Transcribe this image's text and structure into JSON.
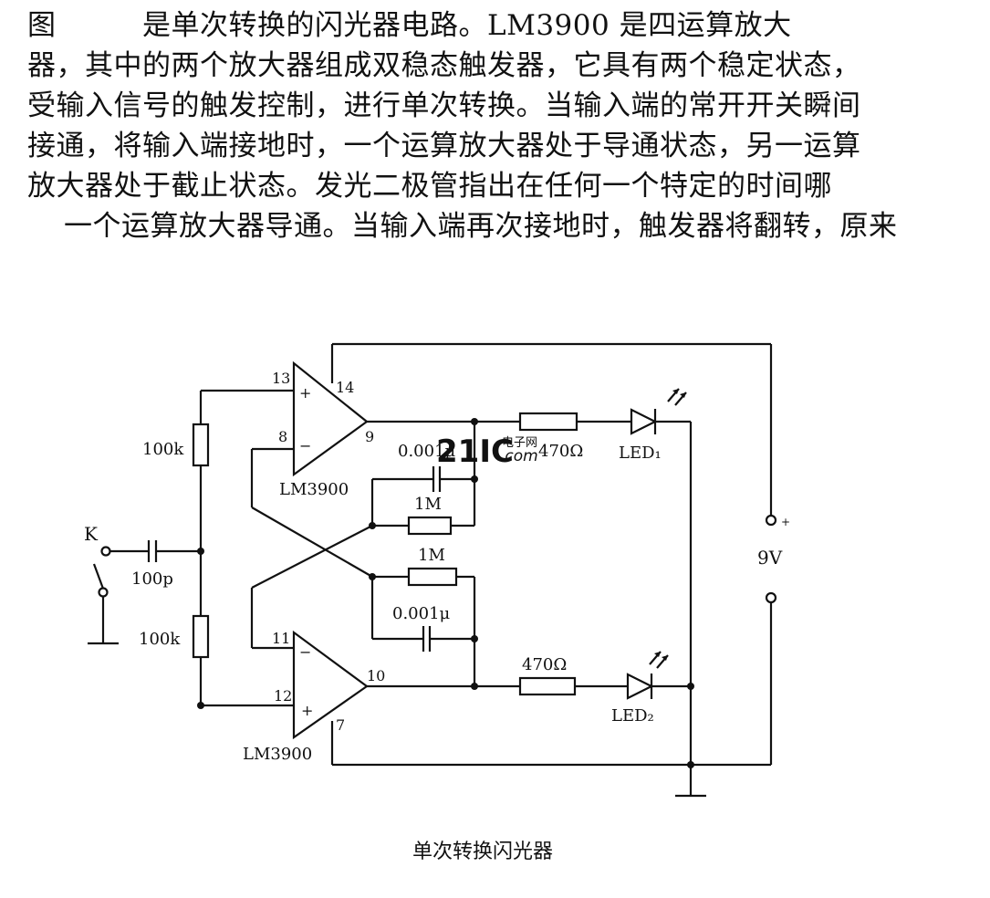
{
  "paragraph": {
    "lines": [
      "图　　　是单次转换的闪光器电路。LM3900 是四运算放大",
      "器，其中的两个放大器组成双稳态触发器，它具有两个稳定状态，",
      "受输入信号的触发控制，进行单次转换。当输入端的常开开关瞬间",
      "接通，将输入端接地时，一个运算放大器处于导通状态，另一运算",
      "放大器处于截止状态。发光二极管指出在任何一个特定的时间哪",
      "一个运算放大器导通。当输入端再次接地时，触发器将翻转，原来"
    ]
  },
  "circuit": {
    "switch_label": "K",
    "input_capacitor": "100p",
    "resistor_top": "100k",
    "resistor_bottom": "100k",
    "opamp_top": {
      "name": "LM3900",
      "pin_plus": "13",
      "pin_minus": "8",
      "pin_supply": "14",
      "pin_out": "9",
      "plus_sign": "+",
      "minus_sign": "−"
    },
    "opamp_bottom": {
      "name": "LM3900",
      "pin_minus": "11",
      "pin_plus": "12",
      "pin_gnd": "7",
      "pin_out": "10",
      "plus_sign": "+",
      "minus_sign": "−"
    },
    "cap_top": "0.001μ",
    "res_fb_top": "1M",
    "res_fb_bottom": "1M",
    "cap_bottom": "0.001μ",
    "res_led1": "470Ω",
    "res_led2": "470Ω",
    "led1": "LED₁",
    "led2": "LED₂",
    "supply": "9V",
    "supply_plus": "+"
  },
  "watermark": {
    "big": "21IC",
    "small": "电子网",
    "domain": ".com"
  },
  "caption": "单次转换闪光器",
  "colors": {
    "ink": "#111111",
    "background": "#ffffff",
    "watermark": "#e9a9a9"
  }
}
